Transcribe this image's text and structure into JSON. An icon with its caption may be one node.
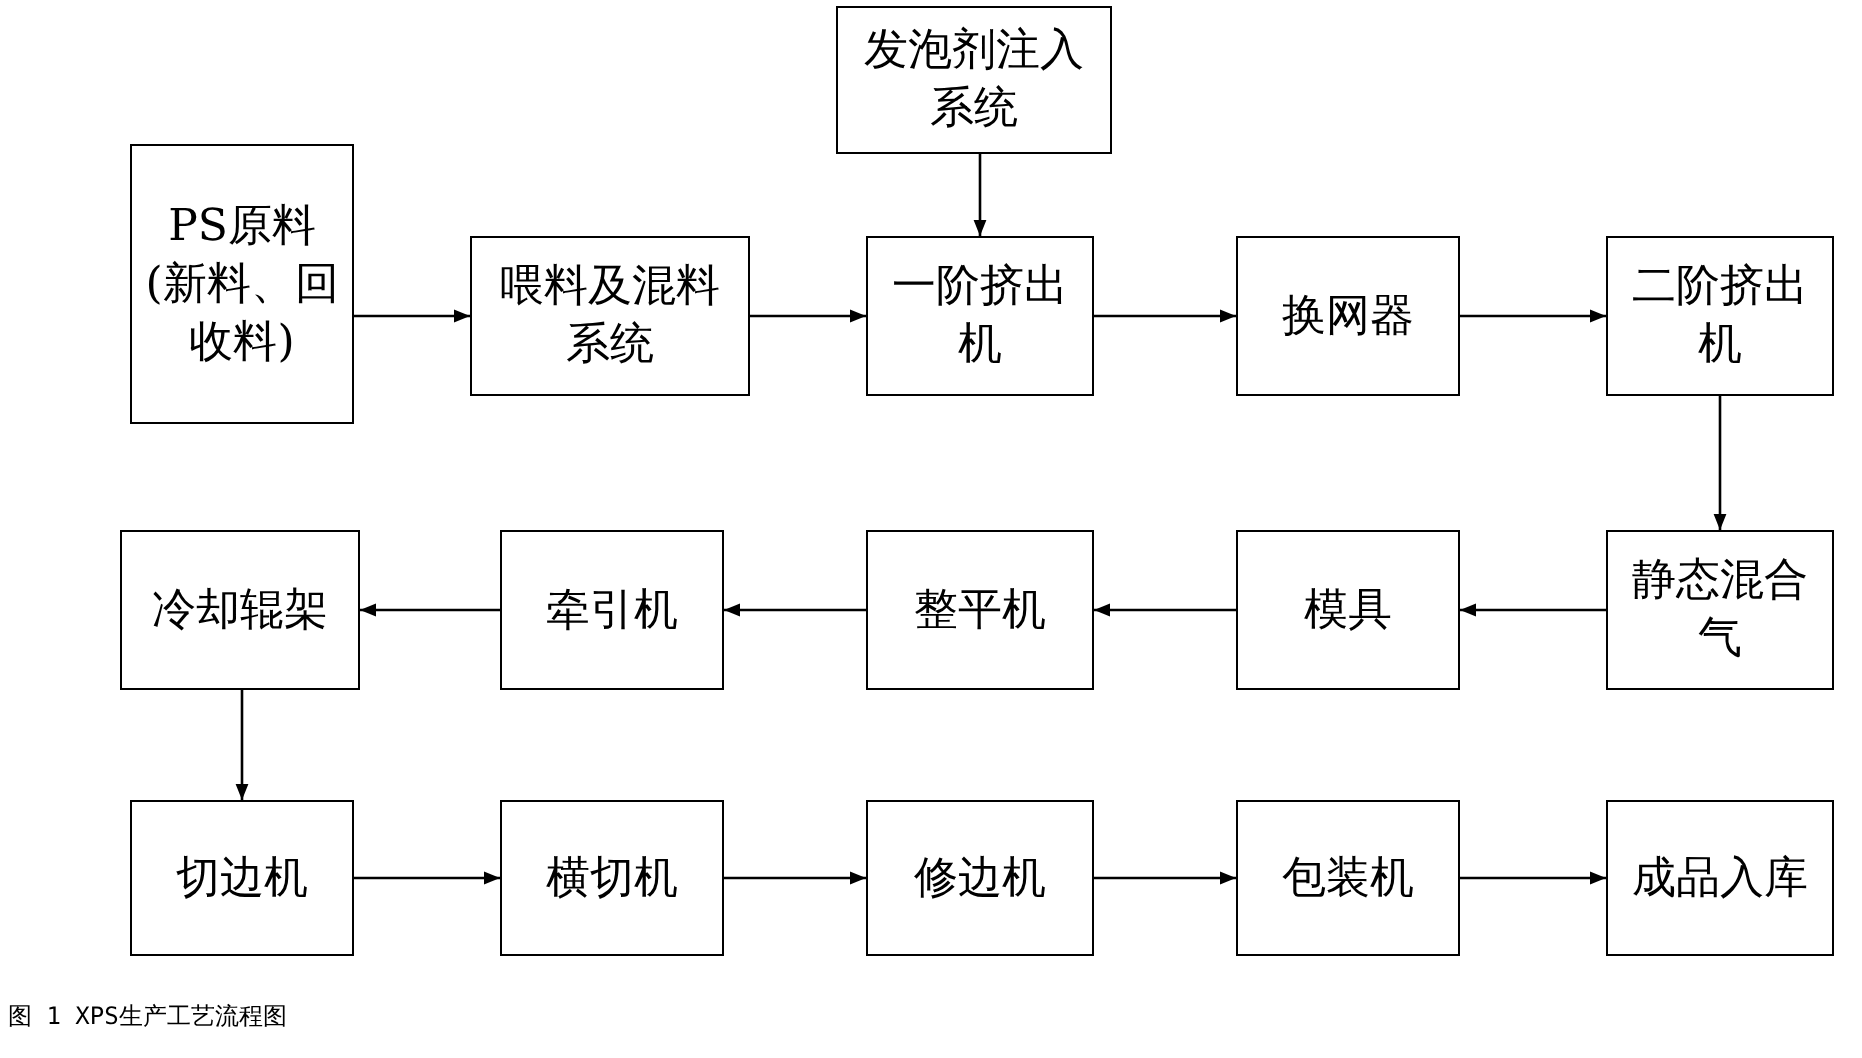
{
  "diagram": {
    "caption": "图 1 XPS生产工艺流程图",
    "nodes": [
      {
        "text": [
          "发泡剂注入系统"
        ]
      },
      {
        "text": [
          "PS原料(新料、回收料)"
        ]
      },
      {
        "text": [
          "喂料及混料系统"
        ]
      },
      {
        "text": [
          "一阶挤出机"
        ]
      },
      {
        "text": [
          "换网器"
        ]
      },
      {
        "text": [
          "二阶挤出机"
        ]
      },
      {
        "text": [
          "静态混合气"
        ]
      },
      {
        "text": [
          "模具"
        ]
      },
      {
        "text": [
          "整平机"
        ]
      },
      {
        "text": [
          "牵引机"
        ]
      },
      {
        "text": [
          "冷却辊架"
        ]
      },
      {
        "text": [
          "切边机"
        ]
      },
      {
        "text": [
          "横切机"
        ]
      },
      {
        "text": [
          "修边机"
        ]
      },
      {
        "text": [
          "包装机"
        ]
      },
      {
        "text": [
          "成品入库"
        ]
      }
    ],
    "edges": [
      {
        "from": 0,
        "to": 3,
        "arrow": "to"
      },
      {
        "from": 1,
        "to": 2,
        "arrow": "to"
      },
      {
        "from": 2,
        "to": 3,
        "arrow": "to"
      },
      {
        "from": 3,
        "to": 4,
        "arrow": "to"
      },
      {
        "from": 4,
        "to": 5,
        "arrow": "to"
      },
      {
        "from": 5,
        "to": 6,
        "arrow": "to"
      },
      {
        "from": 6,
        "to": 7,
        "arrow": "to"
      },
      {
        "from": 7,
        "to": 8,
        "arrow": "to"
      },
      {
        "from": 8,
        "to": 9,
        "arrow": "to"
      },
      {
        "from": 9,
        "to": 10,
        "arrow": "to"
      },
      {
        "from": 10,
        "to": 11,
        "arrow": "to"
      },
      {
        "from": 11,
        "to": 12,
        "arrow": "to"
      },
      {
        "from": 12,
        "to": 13,
        "arrow": "to"
      },
      {
        "from": 13,
        "to": 14,
        "arrow": "to"
      },
      {
        "from": 14,
        "to": 15,
        "arrow": "to"
      }
    ]
  }
}
